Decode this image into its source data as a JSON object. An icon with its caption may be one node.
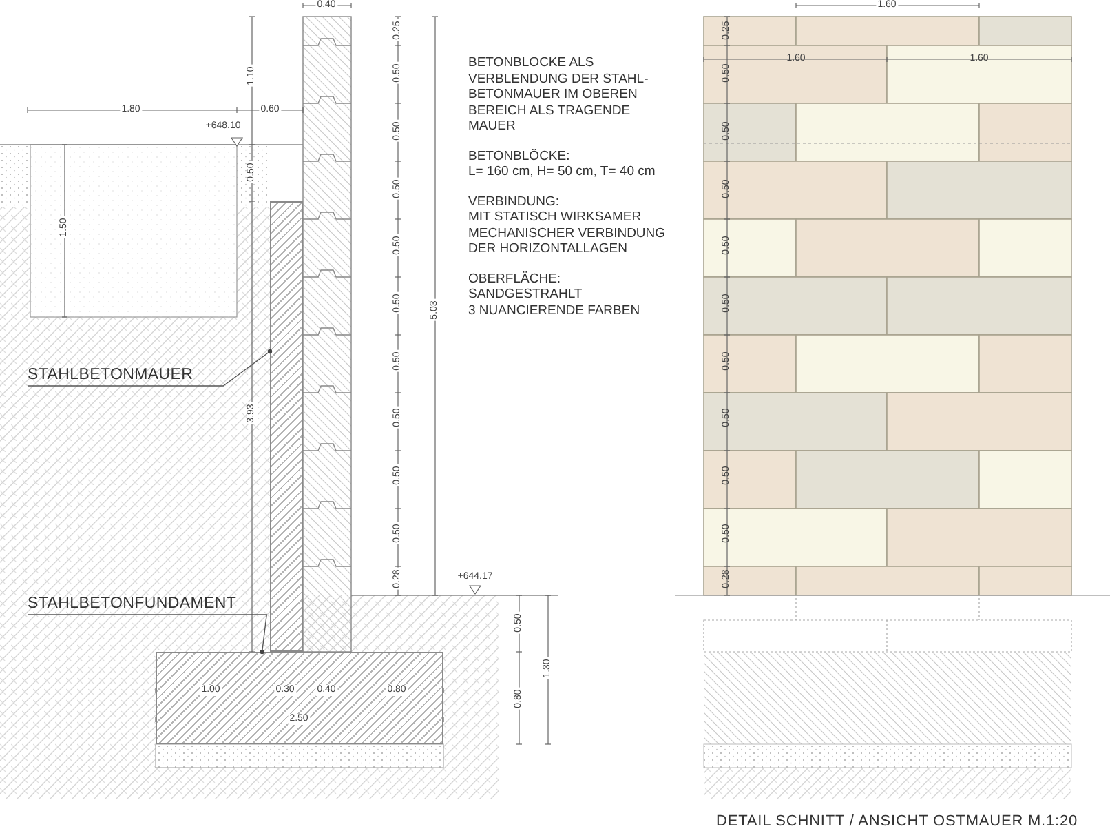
{
  "diagram": {
    "caption": "DETAIL SCHNITT / ANSICHT OSTMAUER  M.1:20",
    "nodes": [
      {
        "text": [
          "STAHLBETONMAUER"
        ]
      },
      {
        "text": [],
        "shape": "box"
      },
      {
        "text": [
          "STAHLBETONFUNDAMENT"
        ]
      },
      {
        "text": [],
        "shape": "box"
      }
    ],
    "edges": [
      {
        "from": 0,
        "to": 1,
        "arrow": "other"
      },
      {
        "from": 2,
        "to": 3,
        "arrow": "other"
      }
    ],
    "labels": [
      "0.40",
      "1.10",
      "1.80",
      "0.60",
      "+648.10",
      "0.50",
      "1.50",
      "0.25",
      "0.50",
      "0.50",
      "0.50",
      "0.50",
      "0.50",
      "0.50",
      "0.50",
      "0.50",
      "0.50",
      "0.28",
      "5.03",
      "3.93",
      "+644.17",
      "0.50",
      "1.30",
      "0.80",
      "1.00",
      "0.30",
      "0.40",
      "0.80",
      "2.50",
      "BETONBLOCKE ALS VERBLENDUNG DER STAHL- BETONMAUER IM OBEREN BEREICH ALS TRAGENDE MAUER",
      "BETONBLÖCKE:",
      "L= 160 cm, H= 50 cm, T= 40 cm",
      "VERBINDUNG:",
      "MIT STATISCH WIRKSAMER MECHANISCHER VERBINDUNG DER HORIZONTALLAGEN",
      "OBERFLÄCHE:",
      "SANDGESTRAHLT",
      "3 NUANCIERENDE FARBEN",
      "1.60",
      "1.60",
      "1.60",
      "0.25",
      "0.50",
      "0.50",
      "0.50",
      "0.50",
      "0.50",
      "0.50",
      "0.50",
      "0.50",
      "0.50",
      "0.28"
    ]
  }
}
